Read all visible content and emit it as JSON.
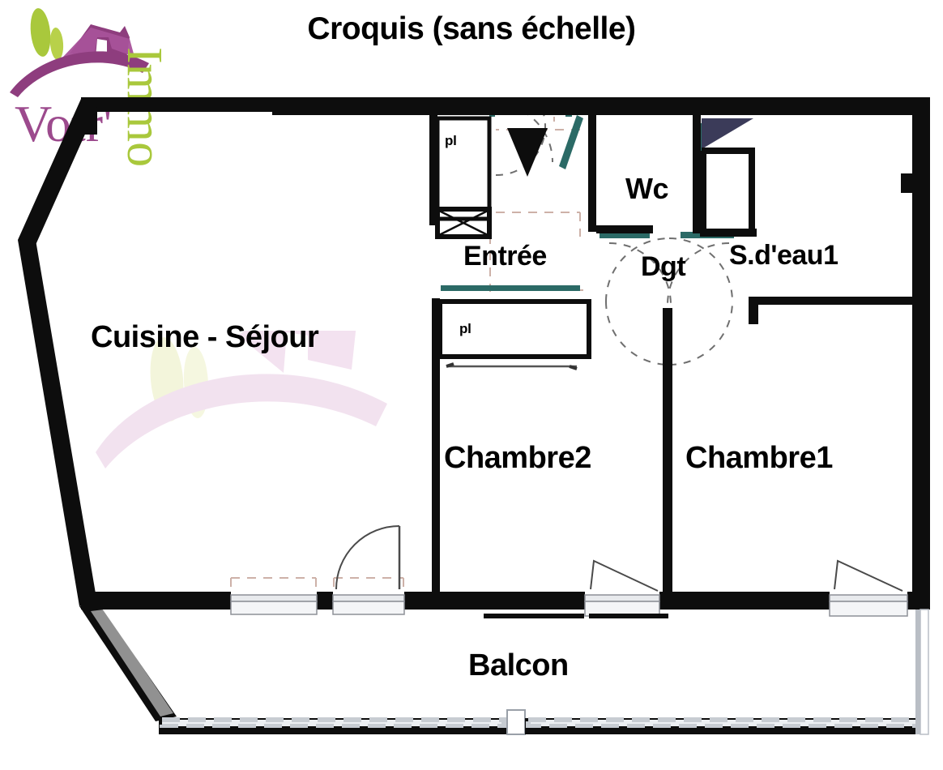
{
  "document": {
    "title": "Croquis (sans échelle)",
    "type": "floor-plan",
    "language": "fr"
  },
  "logo": {
    "brand_first": "Votr'",
    "brand_second": "Immo",
    "colors": {
      "purple": "#8e3d7e",
      "magenta": "#a8529a",
      "green": "#a9c83c",
      "light_green": "#c4d94e",
      "pink": "#d9a3cf"
    }
  },
  "plan": {
    "wall_color": "#0d0d0d",
    "background": "#ffffff",
    "accent_teal": "#2b6a66",
    "accent_navy": "#3b3b59",
    "window_fill": "#e8eaed",
    "dashed_color": "#cbb5ae",
    "rooms": [
      {
        "key": "cuisine_sejour",
        "label": "Cuisine - Séjour"
      },
      {
        "key": "entree",
        "label": "Entrée"
      },
      {
        "key": "wc",
        "label": "Wc"
      },
      {
        "key": "dgt",
        "label": "Dgt"
      },
      {
        "key": "sdeau1",
        "label": "S.d'eau1"
      },
      {
        "key": "chambre2",
        "label": "Chambre2"
      },
      {
        "key": "chambre1",
        "label": "Chambre1"
      },
      {
        "key": "balcon",
        "label": "Balcon"
      }
    ],
    "closets": [
      {
        "key": "pl_entree",
        "label": "pl"
      },
      {
        "key": "pl_chambre2",
        "label": "pl"
      }
    ]
  }
}
